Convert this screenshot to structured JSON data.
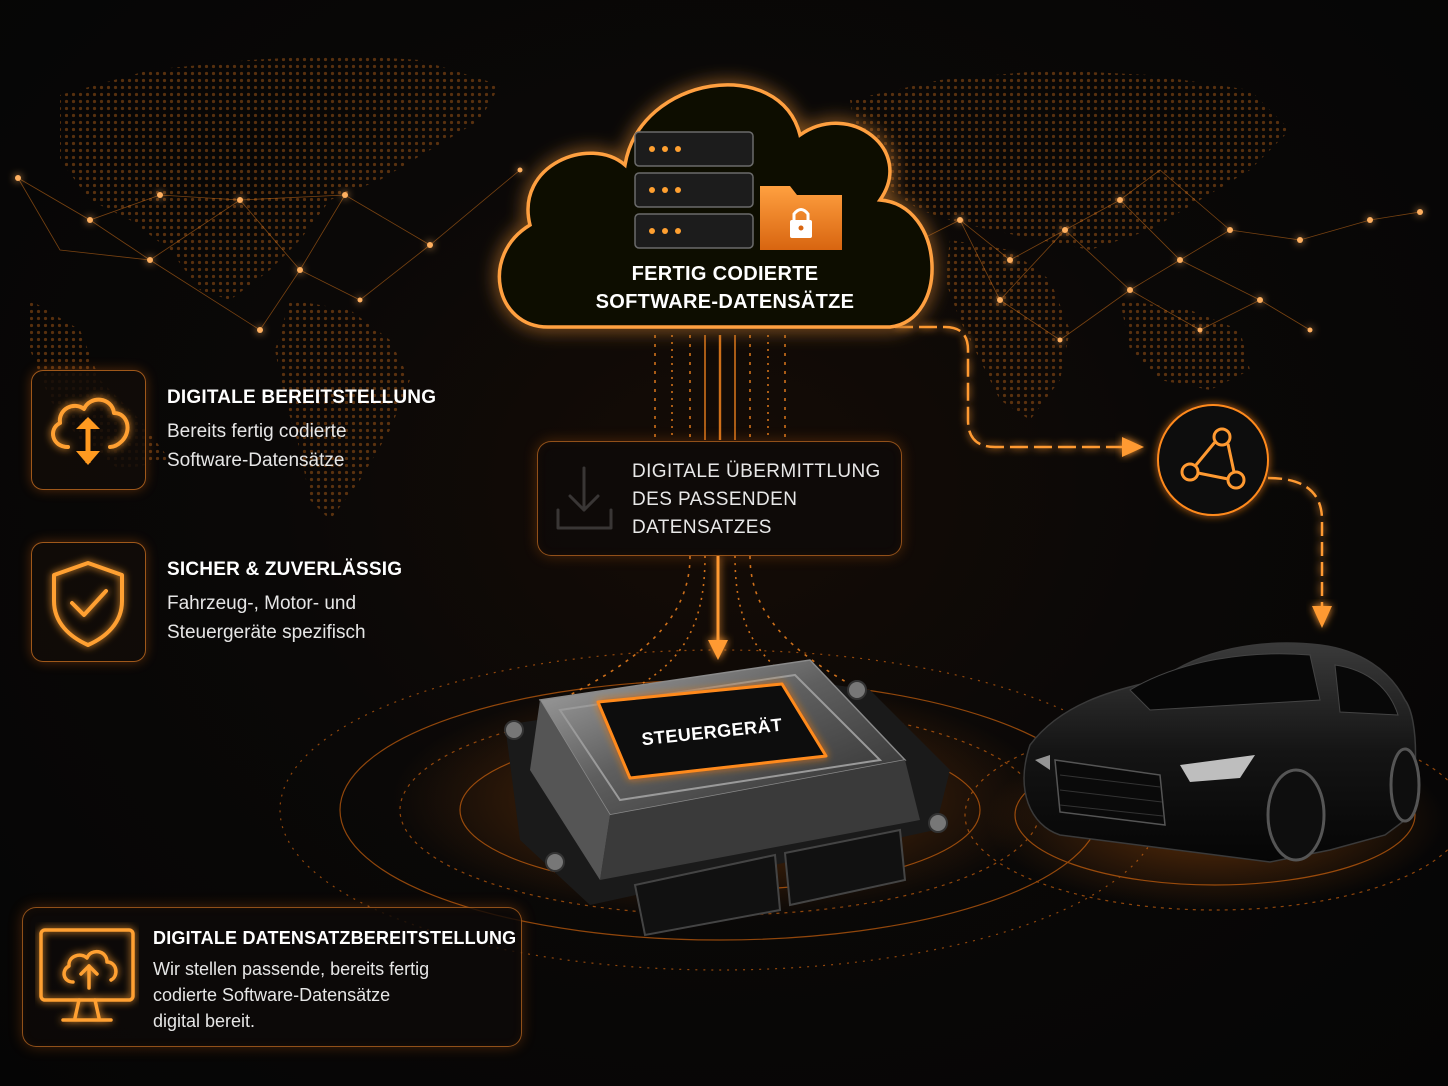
{
  "cloud": {
    "title_line1": "FERTIG CODIERTE",
    "title_line2": "SOFTWARE-DATENSÄTZE"
  },
  "transfer": {
    "lines": [
      "DIGITALE ÜBERMITTLUNG",
      "DES PASSENDEN",
      "DATENSATZES"
    ]
  },
  "ecu": {
    "label": "STEUERGERÄT"
  },
  "features": [
    {
      "title": "DIGITALE BEREITSTELLUNG",
      "lines": [
        "Bereits fertig codierte",
        "Software-Datensätze"
      ],
      "icon": "cloud-download-icon"
    },
    {
      "title": "SICHER & ZUVERLÄSSIG",
      "lines": [
        "Fahrzeug-, Motor- und",
        "Steuergeräte spezifisch"
      ],
      "icon": "shield-check-icon"
    }
  ],
  "bottom_card": {
    "title": "DIGITALE DATENSATZBEREITSTELLUNG",
    "lines": [
      "Wir stellen passende, bereits fertig",
      "codierte Software-Datensätze",
      "digital bereit."
    ],
    "icon": "monitor-cloud-upload-icon"
  },
  "colors": {
    "accent": "#ff8a1f",
    "glow": "#ff6a00",
    "background": "#070605"
  }
}
